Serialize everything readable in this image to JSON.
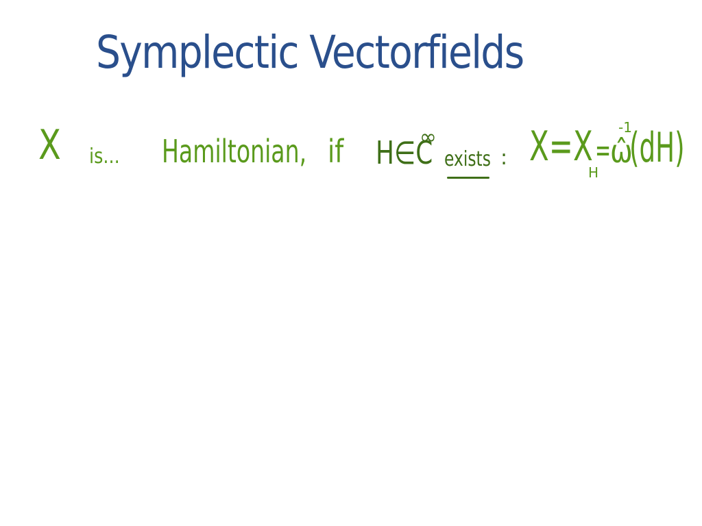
{
  "title": "Symplectic Vectorfields",
  "definition": {
    "subject": "X",
    "is": "is...",
    "property": "Hamiltonian,",
    "condition": "if",
    "function": "H∈C",
    "superscript": "∞",
    "exists": "exists",
    "colon": ":",
    "equation_lhs": "X=X",
    "equation_sub": "H",
    "equation_eq": "=",
    "omega": "ω̂",
    "inverse": "-1",
    "argument": "(dH)"
  },
  "colors": {
    "title": "#2a4f8c",
    "definition": "#5a9a1c",
    "condition": "#3f6f18"
  }
}
